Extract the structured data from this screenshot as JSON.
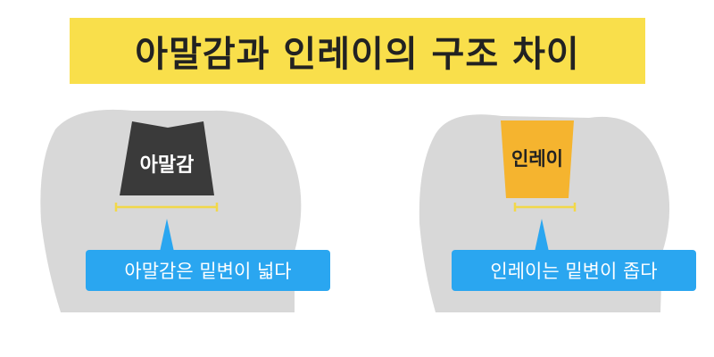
{
  "title": "아말감과 인레이의 구조 차이",
  "left": {
    "filling_label": "아말감",
    "callout": "아말감은 밑변이 넓다"
  },
  "right": {
    "filling_label": "인레이",
    "callout": "인레이는 밑변이 좁다"
  },
  "colors": {
    "title_bg": "#f9df4b",
    "tooth": "#d8d8d8",
    "amalgam": "#3a3a3a",
    "inlay": "#f5b42f",
    "measure_line": "#f2d84a",
    "callout_bg": "#2aa6f0"
  }
}
